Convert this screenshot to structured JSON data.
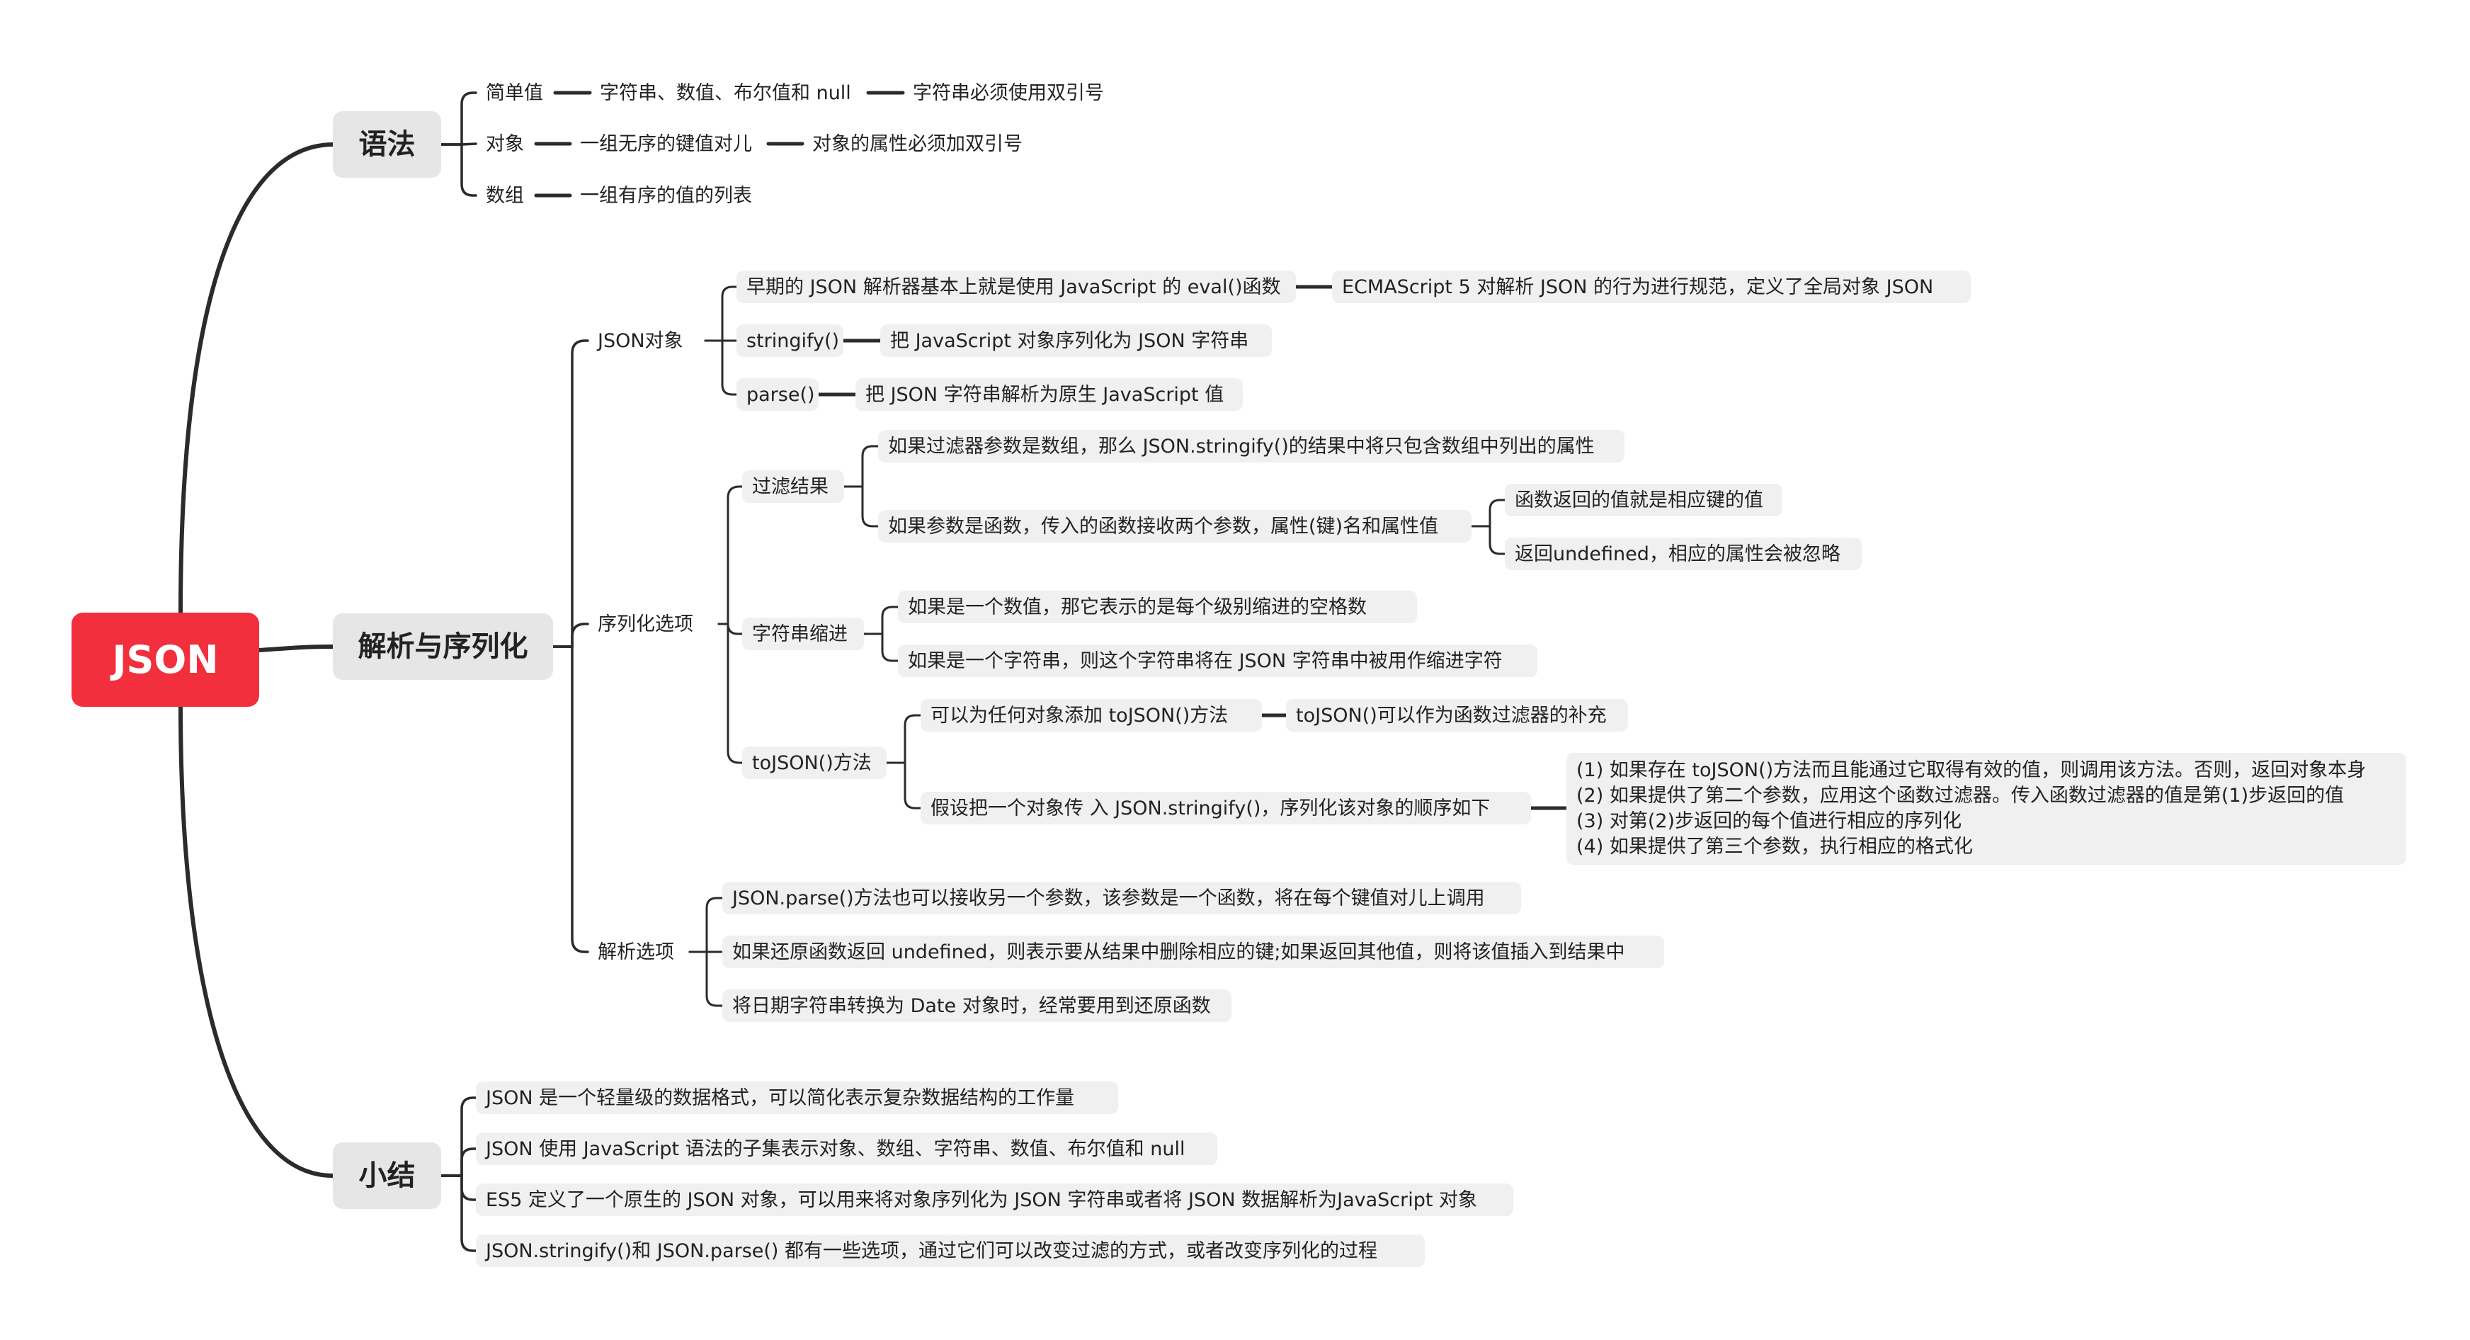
{
  "root": {
    "label": "JSON"
  },
  "syntax": {
    "label": "语法",
    "simple": {
      "label": "简单值",
      "detail": "字符串、数值、布尔值和 null",
      "note": "字符串必须使用双引号"
    },
    "object": {
      "label": "对象",
      "detail": "一组无序的键值对儿",
      "note": "对象的属性必须加双引号"
    },
    "array": {
      "label": "数组",
      "detail": "一组有序的值的列表"
    }
  },
  "parse_serialize": {
    "label": "解析与序列化",
    "json_object": {
      "label": "JSON对象",
      "early": "早期的 JSON 解析器基本上就是使用 JavaScript 的 eval()函数",
      "es5": "ECMAScript 5 对解析 JSON 的行为进行规范，定义了全局对象 JSON",
      "stringify": "stringify()",
      "stringify_desc": "把 JavaScript 对象序列化为 JSON 字符串",
      "parse": "parse()",
      "parse_desc": "把 JSON 字符串解析为原生 JavaScript 值"
    },
    "serialize_options": {
      "label": "序列化选项",
      "filter": {
        "label": "过滤结果",
        "array_case": "如果过滤器参数是数组，那么 JSON.stringify()的结果中将只包含数组中列出的属性",
        "func_case": "如果参数是函数，传入的函数接收两个参数，属性(键)名和属性值",
        "func_return": "函数返回的值就是相应键的值",
        "func_undefined": "返回undefined，相应的属性会被忽略"
      },
      "indent": {
        "label": "字符串缩进",
        "number_case": "如果是一个数值，那它表示的是每个级别缩进的空格数",
        "string_case": "如果是一个字符串，则这个字符串将在 JSON 字符串中被用作缩进字符"
      },
      "tojson": {
        "label": "toJSON()方法",
        "add": "可以为任何对象添加 toJSON()方法",
        "complement": "toJSON()可以作为函数过滤器的补充",
        "order": "假设把一个对象传 入 JSON.stringify()，序列化该对象的顺序如下",
        "steps": [
          "(1) 如果存在 toJSON()方法而且能通过它取得有效的值，则调用该方法。否则，返回对象本身",
          "(2) 如果提供了第二个参数，应用这个函数过滤器。传入函数过滤器的值是第(1)步返回的值",
          "(3) 对第(2)步返回的每个值进行相应的序列化",
          "(4) 如果提供了第三个参数，执行相应的格式化"
        ]
      }
    },
    "parse_options": {
      "label": "解析选项",
      "reviver": "JSON.parse()方法也可以接收另一个参数，该参数是一个函数，将在每个键值对儿上调用",
      "undefined_case": "如果还原函数返回 undefined，则表示要从结果中删除相应的键;如果返回其他值，则将该值插入到结果中",
      "date_case": "将日期字符串转换为 Date 对象时，经常要用到还原函数"
    }
  },
  "summary": {
    "label": "小结",
    "items": [
      "JSON 是一个轻量级的数据格式，可以简化表示复杂数据结构的工作量",
      "JSON 使用 JavaScript 语法的子集表示对象、数组、字符串、数值、布尔值和 null",
      "ES5 定义了一个原生的 JSON 对象，可以用来将对象序列化为 JSON 字符串或者将 JSON 数据解析为JavaScript 对象",
      "JSON.stringify()和 JSON.parse()  都有一些选项，通过它们可以改变过滤的方式，或者改变序列化的过程"
    ]
  }
}
